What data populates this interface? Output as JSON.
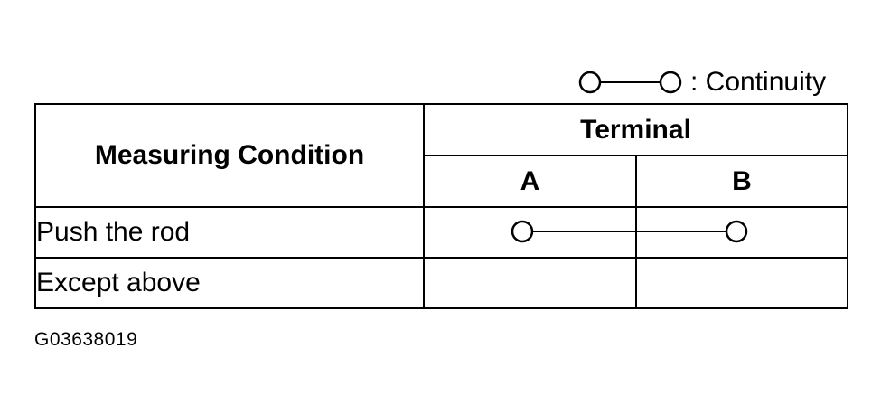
{
  "legend": {
    "symbol": "continuity-symbol-icon",
    "label": ": Continuity"
  },
  "table": {
    "header": {
      "condition": "Measuring Condition",
      "group": "Terminal",
      "terminals": [
        "A",
        "B"
      ]
    },
    "rows": [
      {
        "condition": "Push the rod",
        "continuity": [
          "A",
          "B"
        ]
      },
      {
        "condition": "Except above",
        "continuity": []
      }
    ]
  },
  "figure_code": "G03638019"
}
